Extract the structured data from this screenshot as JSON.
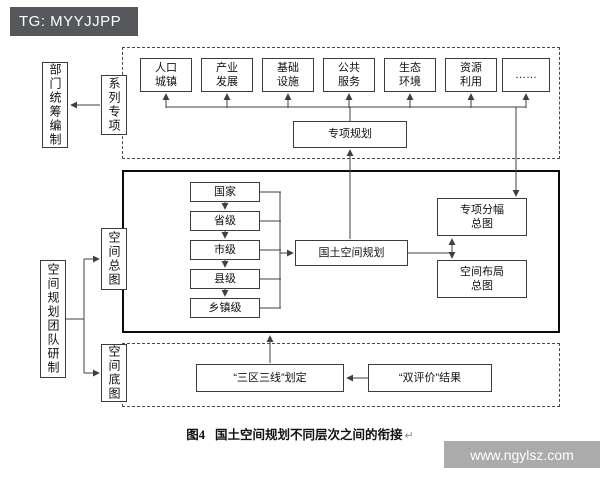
{
  "watermarks": {
    "telegram": "TG: MYYJJPP",
    "site": "www.ngylsz.com"
  },
  "side_labels": {
    "dept_compile": "部门统筹编制",
    "series_special": "系列专项",
    "spatial_master_map": "空间总图",
    "planning_team": "空间规划团队研制",
    "spatial_base_map": "空间底图"
  },
  "special_section": {
    "topics": [
      "人口\n城镇",
      "产业\n发展",
      "基础\n设施",
      "公共\n服务",
      "生态\n环境",
      "资源\n利用",
      "……"
    ],
    "special_plan": "专项规划"
  },
  "core_section": {
    "levels": [
      "国家",
      "省级",
      "市级",
      "县级",
      "乡镇级"
    ],
    "center": "国土空间规划",
    "right_top": "专项分幅\n总图",
    "right_bottom": "空间布局\n总图"
  },
  "bottom_section": {
    "three_zones": "“三区三线”划定",
    "double_eval": "“双评价”结果"
  },
  "caption": {
    "figure": "图4",
    "text": "国土空间规划不同层次之间的衔接",
    "mark": "↵"
  }
}
